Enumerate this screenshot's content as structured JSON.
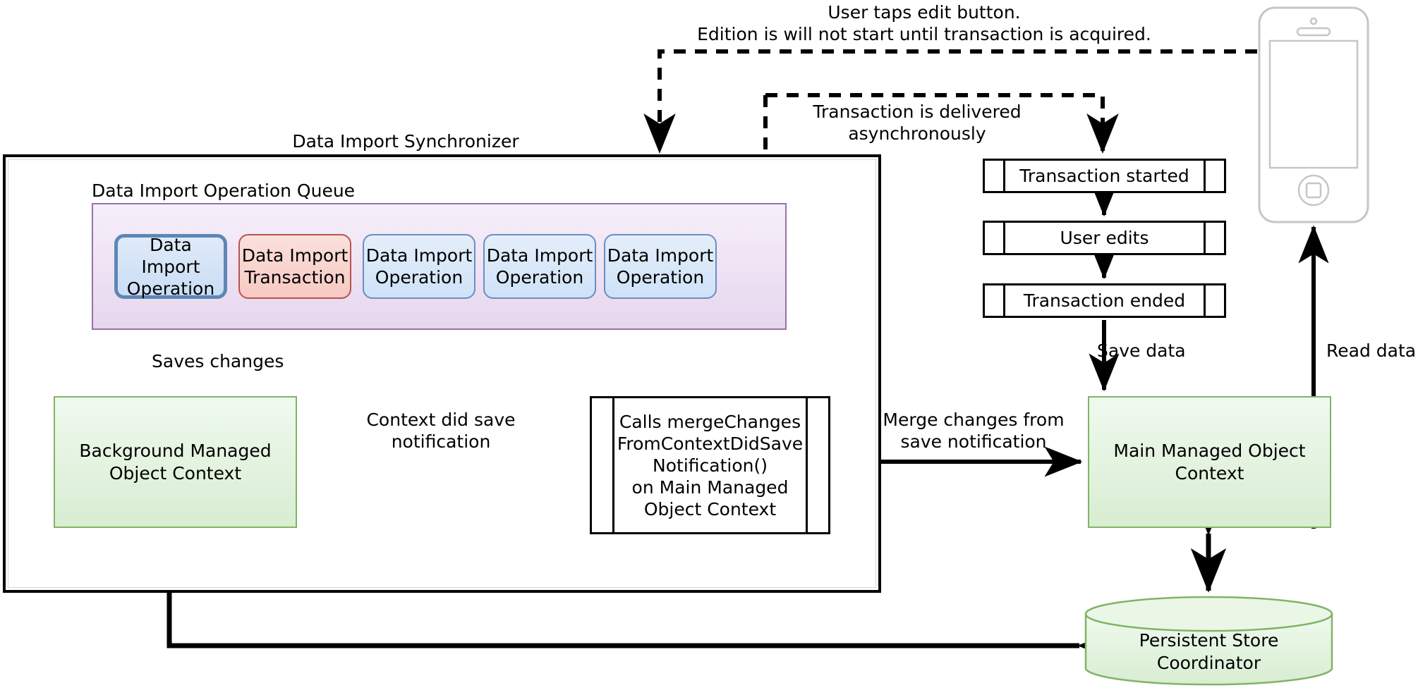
{
  "diagram": {
    "title": "Core Data background import synchronizer architecture",
    "colors": {
      "queue_fill_top": "#f7effa",
      "queue_fill_bottom": "#e6d6ee",
      "queue_border": "#9673a6",
      "operation_fill_top": "#e4eefb",
      "operation_fill_bottom": "#cfe2f7",
      "operation_border": "#6c8ebf",
      "transaction_fill_top": "#fbe0dc",
      "transaction_fill_bottom": "#f7c9c2",
      "transaction_border": "#b85450",
      "context_fill_top": "#effaef",
      "context_fill_bottom": "#d8edd1",
      "context_border": "#82b366",
      "stroke": "#000000",
      "phone_outline": "#c6c6c6"
    }
  },
  "synchronizer": {
    "title": "Data Import Synchronizer",
    "queue": {
      "title": "Data Import Operation Queue",
      "items": [
        {
          "label": "Data Import\nOperation",
          "kind": "operation",
          "active": true
        },
        {
          "label": "Data Import\nTransaction",
          "kind": "transaction",
          "active": false
        },
        {
          "label": "Data Import\nOperation",
          "kind": "operation",
          "active": false
        },
        {
          "label": "Data Import\nOperation",
          "kind": "operation",
          "active": false
        },
        {
          "label": "Data Import\nOperation",
          "kind": "operation",
          "active": false
        }
      ]
    },
    "background_context": "Background Managed\nObject Context",
    "merge_call": "Calls mergeChanges\nFromContextDidSave\nNotification()\non Main Managed\nObject Context"
  },
  "main_context": "Main Managed Object\nContext",
  "persistent_store": "Persistent Store\nCoordinator",
  "transaction_steps": [
    {
      "label": "Transaction started"
    },
    {
      "label": "User edits"
    },
    {
      "label": "Transaction ended"
    }
  ],
  "annotations": {
    "user_taps": "User taps edit button.\nEdition is will not start until transaction is acquired.",
    "transaction_async": "Transaction is delivered\nasynchronously",
    "saves_changes": "Saves changes",
    "context_did_save": "Context did save\nnotification",
    "merge_changes": "Merge changes from\nsave notification",
    "save_data": "Save data",
    "read_data": "Read data"
  },
  "device": {
    "name": "iphone-device",
    "speaker": "earpiece-speaker",
    "camera": "front-camera",
    "home_button": "home-button",
    "screen": "device-screen"
  }
}
